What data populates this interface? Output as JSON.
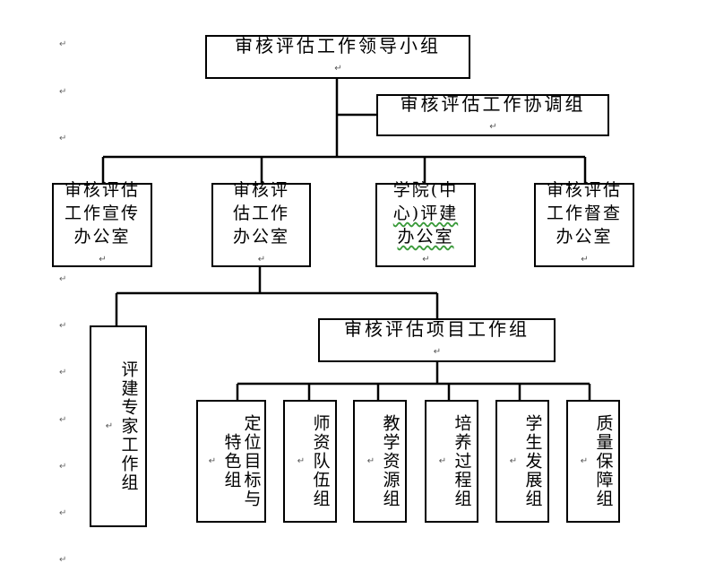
{
  "para_mark": "↵",
  "top": {
    "leader": "审核评估工作领导小组",
    "coordination": "审核评估工作协调组"
  },
  "offices": {
    "publicity": [
      "审核评估",
      "工作宣传",
      "办公室"
    ],
    "evaluation": [
      "审核评",
      "估工作",
      "办公室"
    ],
    "college": [
      "学院(中",
      "心)评建",
      "办公室"
    ],
    "supervision": [
      "审核评估",
      "工作督查",
      "办公室"
    ]
  },
  "expert_group": "评建专家工作组",
  "project_group": "审核评估项目工作组",
  "sub_groups": [
    "定位目标与特色组",
    "师资队伍组",
    "教学资源组",
    "培养过程组",
    "学生发展组",
    "质量保障组"
  ]
}
